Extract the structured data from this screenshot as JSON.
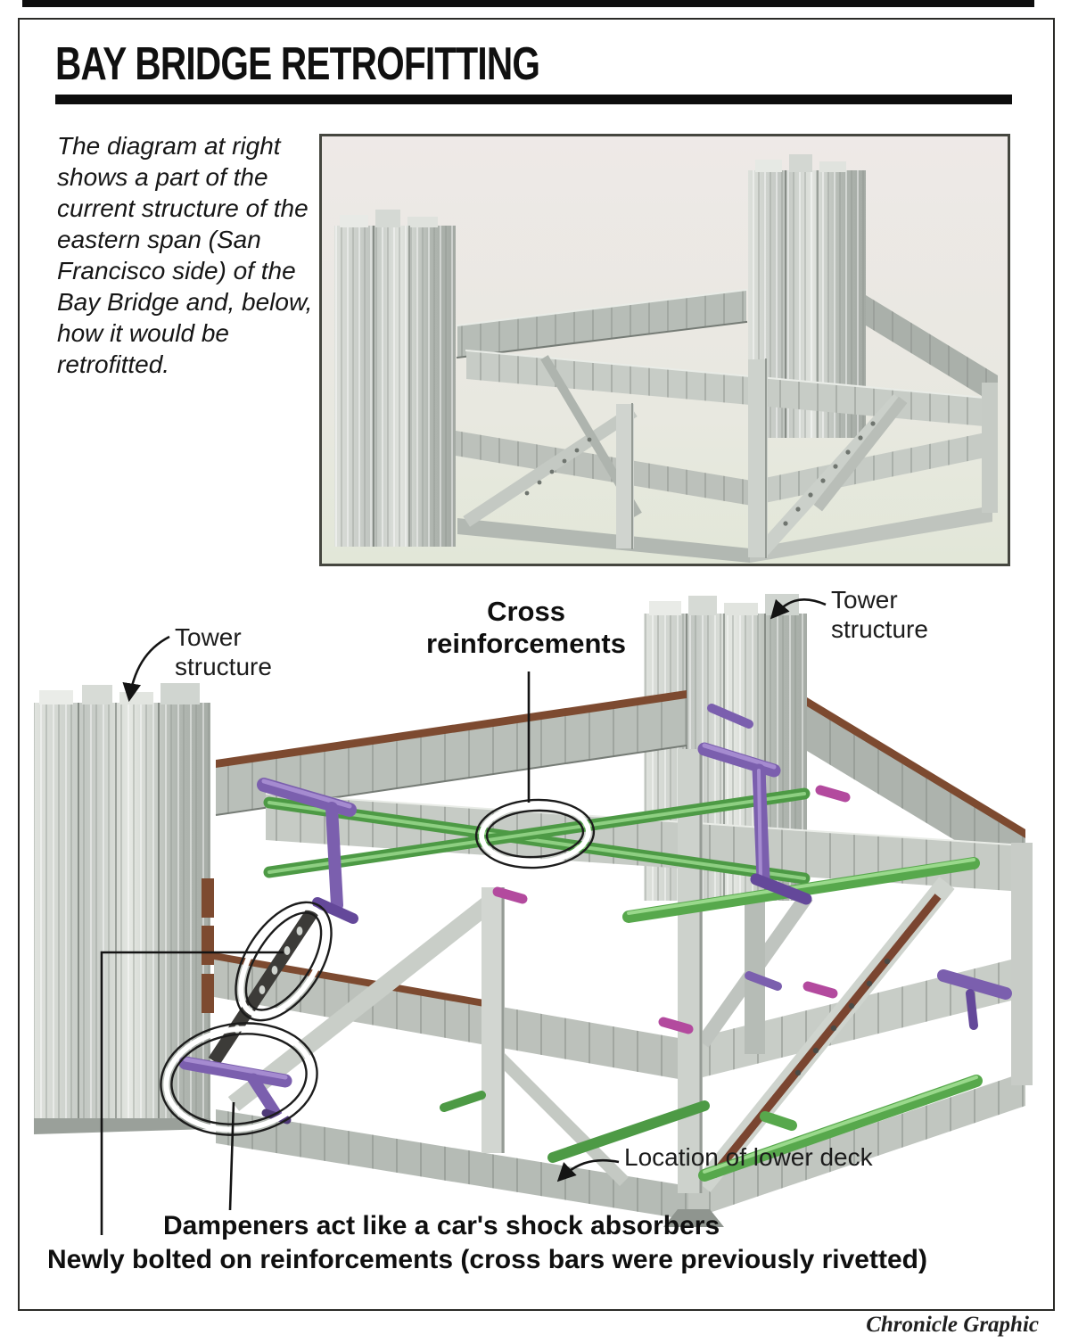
{
  "header": {
    "title": "BAY BRIDGE RETROFITTING"
  },
  "intro": {
    "text": "The diagram at right shows a part of the current structure of the eastern span (San Francisco side) of the Bay Bridge and, below, how it would be retrofitted."
  },
  "diagram": {
    "labels": {
      "tower_left": "Tower structure",
      "tower_right": "Tower structure",
      "cross_reinforcements": "Cross reinforcements",
      "lower_deck": "Location of lower deck",
      "dampeners": "Dampeners act like a car's shock absorbers",
      "newly_bolted": "Newly bolted on reinforcements (cross bars were previously rivetted)"
    },
    "colors": {
      "reinforcement_green": "#57a24e",
      "dampener_purple": "#7b5fae",
      "bolted_rust": "#7d4a30",
      "clip_magenta": "#b34a9e",
      "steel_gray": "#bcc1bb",
      "frame_black": "#2b2b28"
    }
  },
  "credit": {
    "text": "Chronicle Graphic"
  }
}
